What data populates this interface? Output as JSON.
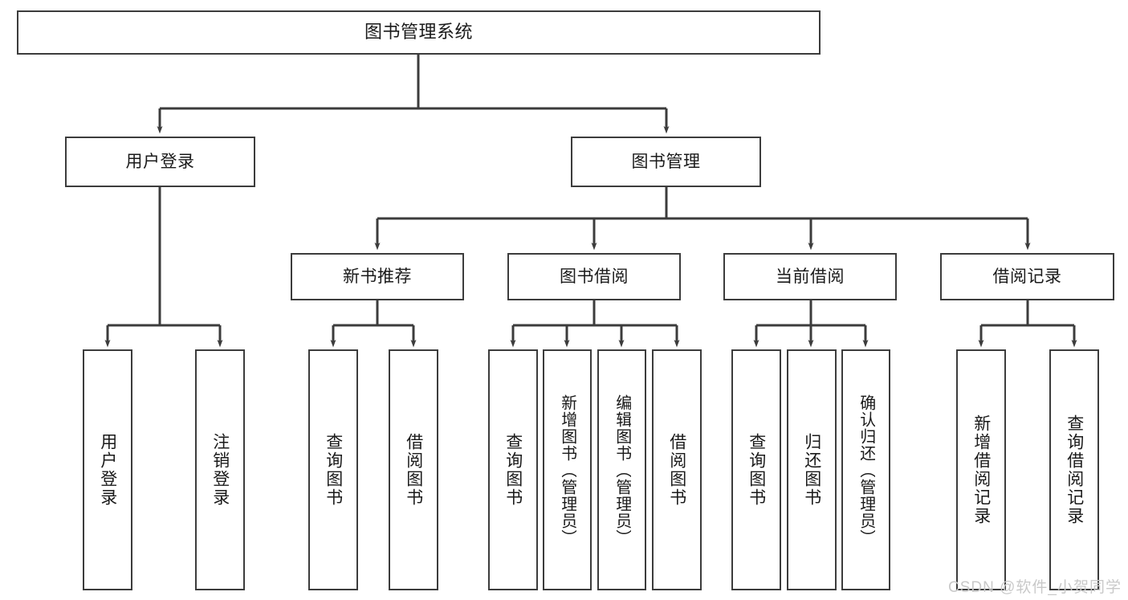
{
  "diagram": {
    "title": "图书管理系统",
    "watermark": "CSDN @软件_小贺同学",
    "colors": {
      "stroke": "#3c3c3c",
      "fill": "#ffffff",
      "text": "#1a1a1a",
      "watermark": "#c9c9c9"
    },
    "levels": {
      "root": {
        "label": "图书管理系统"
      },
      "level2": [
        {
          "label": "用户登录"
        },
        {
          "label": "图书管理"
        }
      ],
      "level3": [
        {
          "label": "新书推荐"
        },
        {
          "label": "图书借阅"
        },
        {
          "label": "当前借阅"
        },
        {
          "label": "借阅记录"
        }
      ],
      "leaves": {
        "user_login": [
          {
            "label": "用户登录"
          },
          {
            "label": "注销登录"
          }
        ],
        "new_book_recommend": [
          {
            "label": "查询图书"
          },
          {
            "label": "借阅图书"
          }
        ],
        "book_borrow": [
          {
            "label": "查询图书"
          },
          {
            "label": "新增图书（管理员）"
          },
          {
            "label": "编辑图书（管理员）"
          },
          {
            "label": "借阅图书"
          }
        ],
        "current_borrow": [
          {
            "label": "查询图书"
          },
          {
            "label": "归还图书"
          },
          {
            "label": "确认归还（管理员）"
          }
        ],
        "borrow_record": [
          {
            "label": "新增借阅记录"
          },
          {
            "label": "查询借阅记录"
          }
        ]
      }
    }
  }
}
